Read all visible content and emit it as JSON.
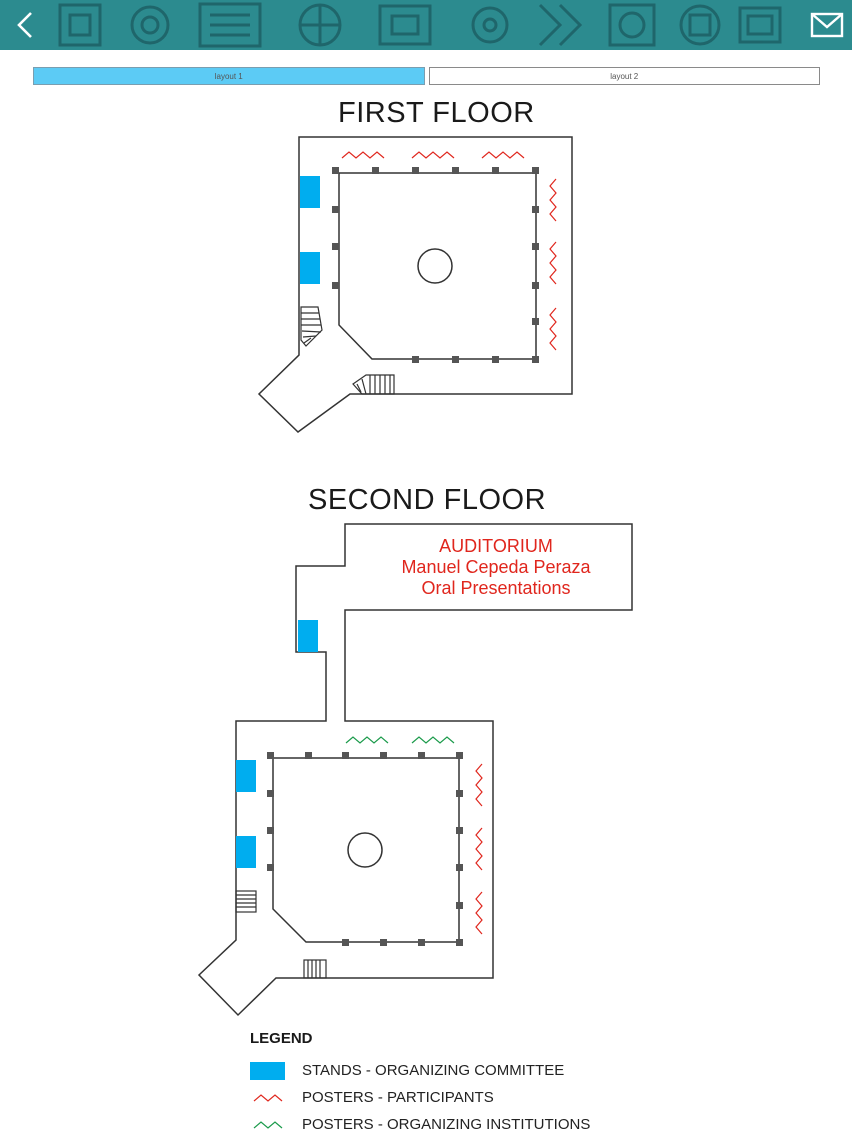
{
  "header": {
    "back_icon": "chevron-left-icon",
    "mail_icon": "envelope-icon"
  },
  "tabs": [
    {
      "label": "layout 1",
      "active": true
    },
    {
      "label": "layout 2",
      "active": false
    }
  ],
  "first_floor": {
    "title": "FIRST FLOOR"
  },
  "second_floor": {
    "title": "SECOND FLOOR",
    "auditorium": {
      "line1": "AUDITORIUM",
      "line2": "Manuel Cepeda Peraza",
      "line3": "Oral Presentations"
    }
  },
  "legend": {
    "title": "LEGEND",
    "items": [
      {
        "label": "STANDS - ORGANIZING COMMITTEE"
      },
      {
        "label": "POSTERS - PARTICIPANTS"
      },
      {
        "label": "POSTERS - ORGANIZING INSTITUTIONS"
      }
    ]
  },
  "colors": {
    "stand": "#00adef",
    "poster_participants": "#e0261d",
    "poster_institutions": "#1a9a4a",
    "tab_active": "#5ccbf5",
    "header": "#2f8f92"
  }
}
